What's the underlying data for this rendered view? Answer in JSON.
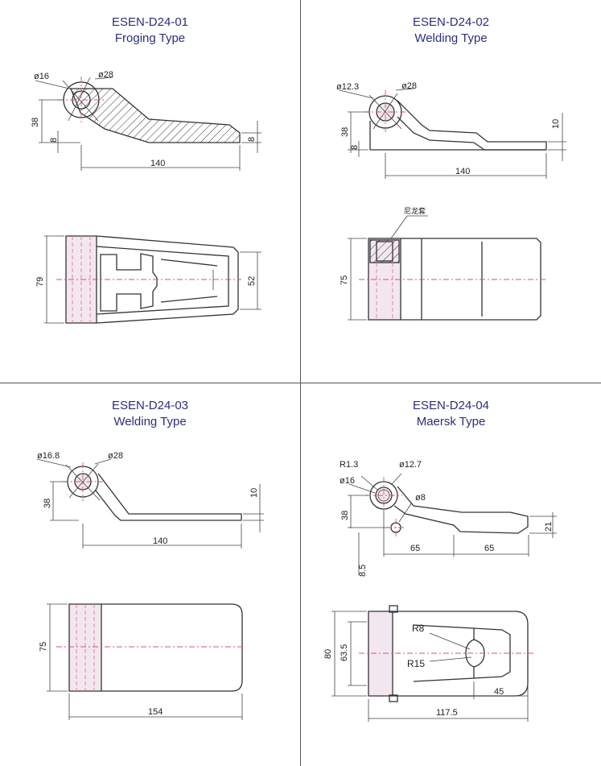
{
  "panels": [
    {
      "code": "ESEN-D24-01",
      "type": "Froging Type",
      "side_labels": {
        "bore": "ø16",
        "outer": "ø28",
        "height": "38",
        "base": "8",
        "tip": "8",
        "length": "140"
      },
      "top_labels": {
        "width": "79",
        "inner": "52"
      }
    },
    {
      "code": "ESEN-D24-02",
      "type": "Welding Type",
      "side_labels": {
        "bore": "ø12.3",
        "outer": "ø28",
        "height": "38",
        "base": "8",
        "thickness": "10",
        "length": "140"
      },
      "top_labels": {
        "width": "75",
        "note": "尼龙套"
      }
    },
    {
      "code": "ESEN-D24-03",
      "type": "Welding Type",
      "side_labels": {
        "bore": "ø16.8",
        "outer": "ø28",
        "height": "38",
        "thickness": "10",
        "length": "140"
      },
      "top_labels": {
        "width": "75",
        "length": "154"
      }
    },
    {
      "code": "ESEN-D24-04",
      "type": "Maersk Type",
      "side_labels": {
        "radius": "R1.3",
        "bore_small": "ø12.7",
        "bore": "ø16",
        "hole": "ø8",
        "height": "38",
        "offset": "8.5",
        "seg1": "65",
        "seg2": "65",
        "tip": "21"
      },
      "top_labels": {
        "width": "80",
        "inner": "63.5",
        "r_small": "R8",
        "r_large": "R15",
        "slot": "45",
        "length": "117.5"
      }
    }
  ]
}
